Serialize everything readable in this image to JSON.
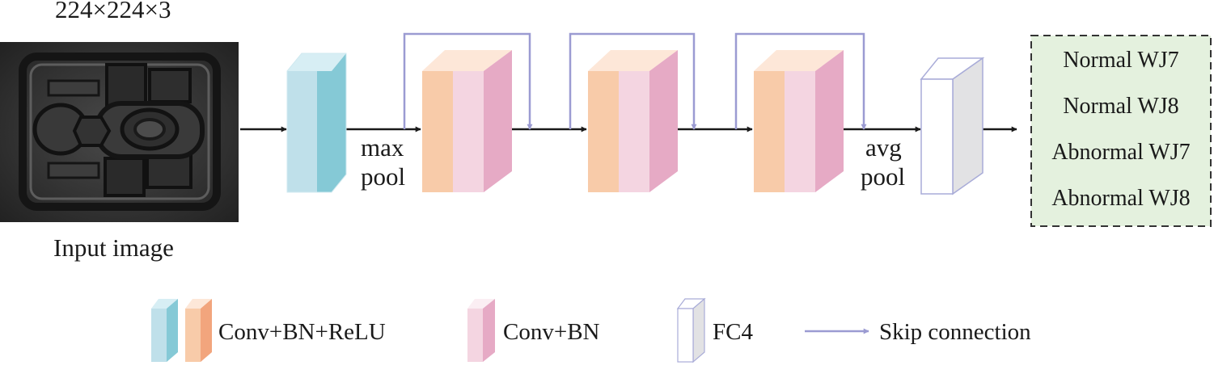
{
  "input": {
    "size_label": "224×224×3",
    "caption": "Input image",
    "image_kind": "grayscale-rail-clip-photo"
  },
  "labels": {
    "max_pool": [
      "max",
      "pool"
    ],
    "avg_pool": [
      "avg",
      "pool"
    ]
  },
  "classes": [
    "Normal WJ7",
    "Normal WJ8",
    "Abnormal WJ7",
    "Abnormal WJ8"
  ],
  "legend": {
    "conv_bn_relu": "Conv+BN+ReLU",
    "conv_bn": "Conv+BN",
    "fc": "FC4",
    "skip": "Skip connection"
  },
  "colors": {
    "conv1_front": "#bfe0ea",
    "conv1_side": "#85c9d6",
    "conv_relu_front": "#f8cba9",
    "conv_relu_side": "#f2a57d",
    "conv_bn_front": "#f4d5e1",
    "conv_bn_side": "#e6aac5",
    "fc_front": "#ffffff",
    "fc_side": "#e2e2e4",
    "fc_stroke": "#a9acd8",
    "skip_arrow": "#9b9bd2",
    "arrow": "#1a1a1a",
    "output_box": "#e4f1de",
    "output_border": "#333333"
  }
}
